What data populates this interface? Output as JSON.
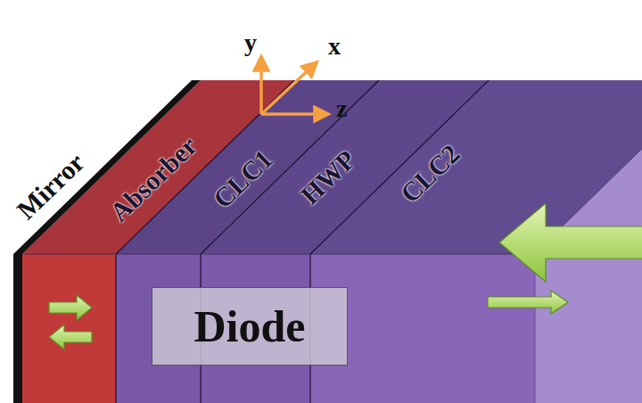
{
  "diagram": {
    "nodes": [
      {
        "text": [
          "Absorber"
        ]
      },
      {
        "text": [
          "CLC1"
        ]
      },
      {
        "text": [
          "HWP"
        ]
      },
      {
        "text": [
          "CLC2"
        ]
      },
      {
        "text": [
          "Diode"
        ]
      }
    ],
    "labels": [
      "Mirror",
      "y",
      "x",
      "z"
    ]
  }
}
